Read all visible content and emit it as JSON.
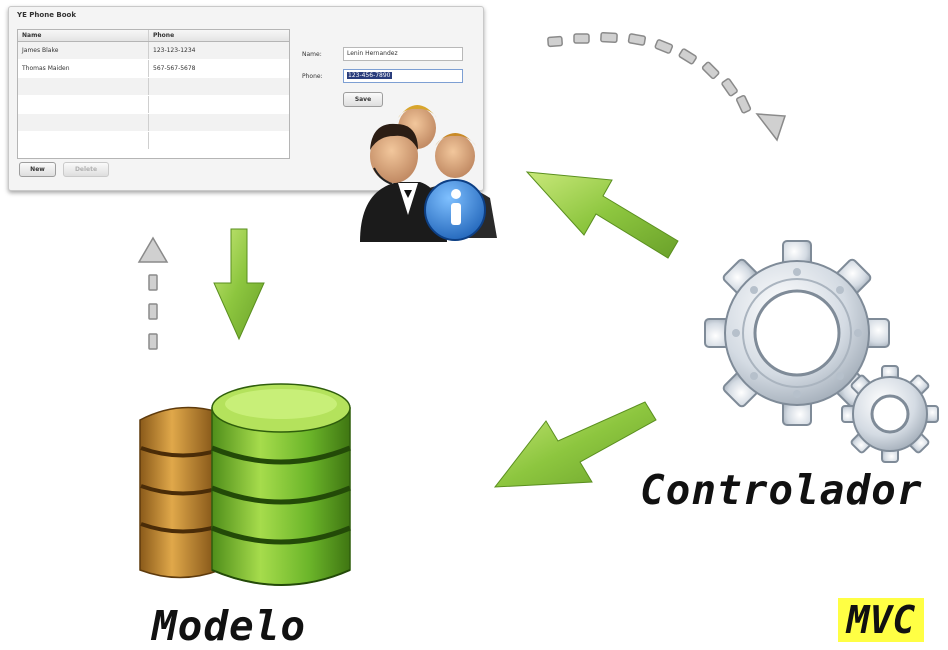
{
  "window": {
    "title": "YE Phone Book",
    "columns": [
      "Name",
      "Phone"
    ],
    "rows": [
      {
        "name": "James Blake",
        "phone": "123-123-1234"
      },
      {
        "name": "Thomas Maiden",
        "phone": "567-567-5678"
      }
    ],
    "form": {
      "name_label": "Name:",
      "name_value": "Lenin Hernandez",
      "phone_label": "Phone:",
      "phone_value": "123-456-7890",
      "save_label": "Save"
    },
    "new_label": "New",
    "delete_label": "Delete"
  },
  "labels": {
    "controller": "Controlador",
    "model": "Modelo",
    "mvc": "MVC"
  },
  "colors": {
    "arrow_green": "#8dc63f",
    "dashed_gray": "#c8c8c8",
    "mvc_highlight": "#ffff44"
  },
  "icons": [
    "users-info-icon",
    "gears-icon",
    "database-icon"
  ]
}
